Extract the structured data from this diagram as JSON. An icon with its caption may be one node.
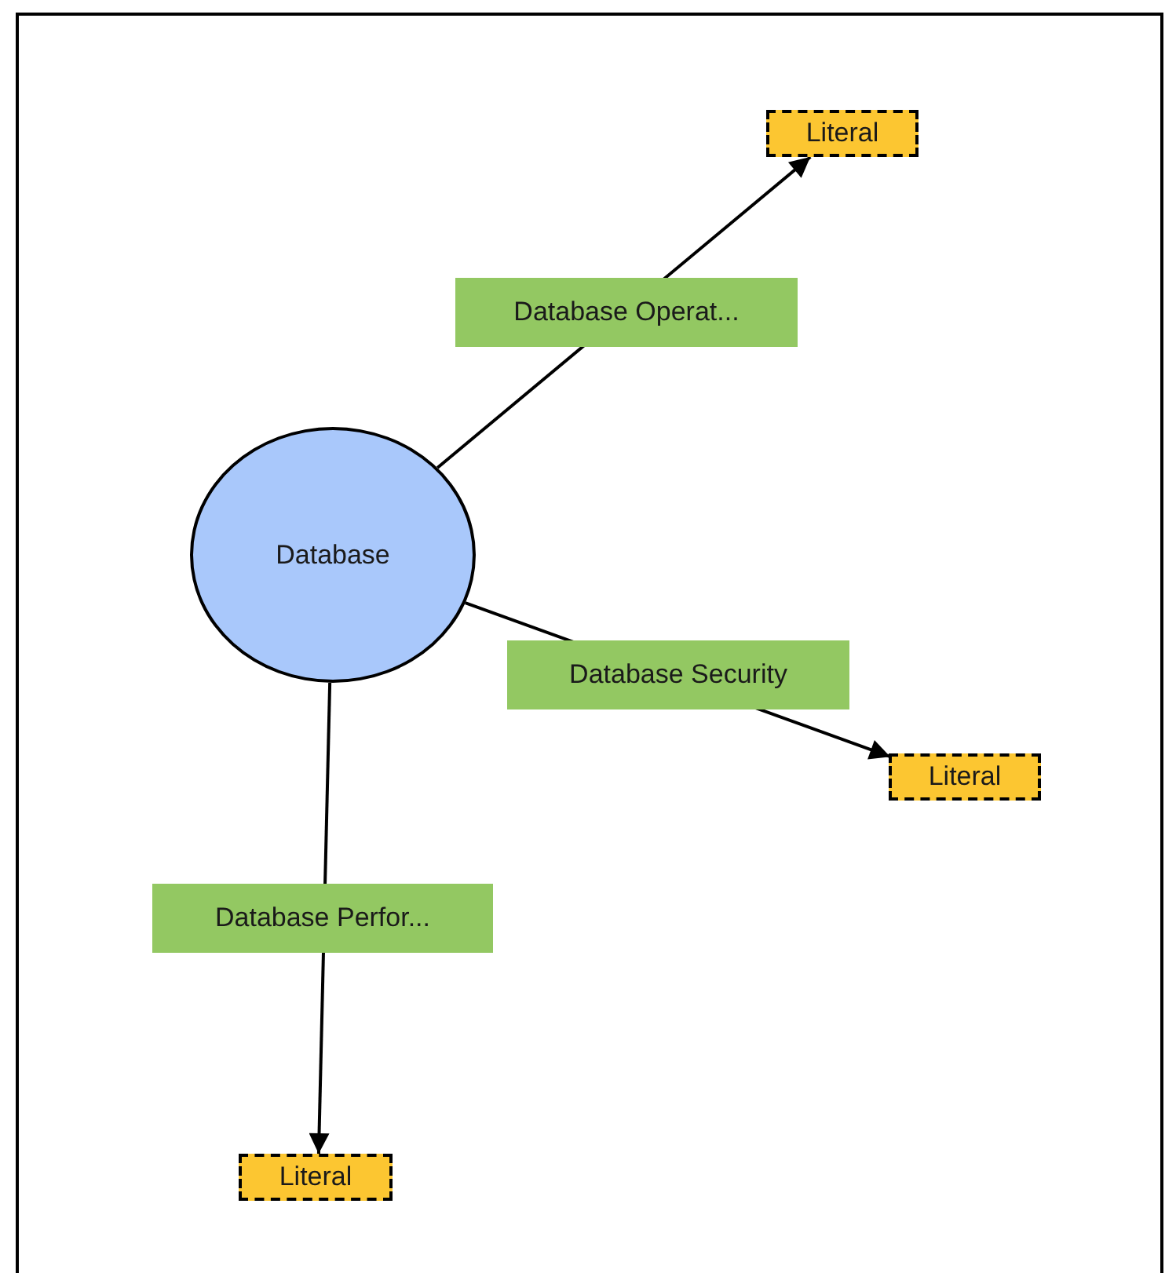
{
  "diagram": {
    "nodes": [
      {
        "text": [
          "Database"
        ]
      },
      {
        "text": [
          "Literal"
        ]
      },
      {
        "text": [
          "Literal"
        ]
      },
      {
        "text": [
          "Literal"
        ]
      }
    ],
    "edges": [
      {
        "from": 0,
        "to": 1,
        "arrow": "to",
        "label": "Database Operat..."
      },
      {
        "from": 0,
        "to": 2,
        "arrow": "to",
        "label": "Database Security"
      },
      {
        "from": 0,
        "to": 3,
        "arrow": "to",
        "label": "Database Perfor..."
      }
    ]
  }
}
